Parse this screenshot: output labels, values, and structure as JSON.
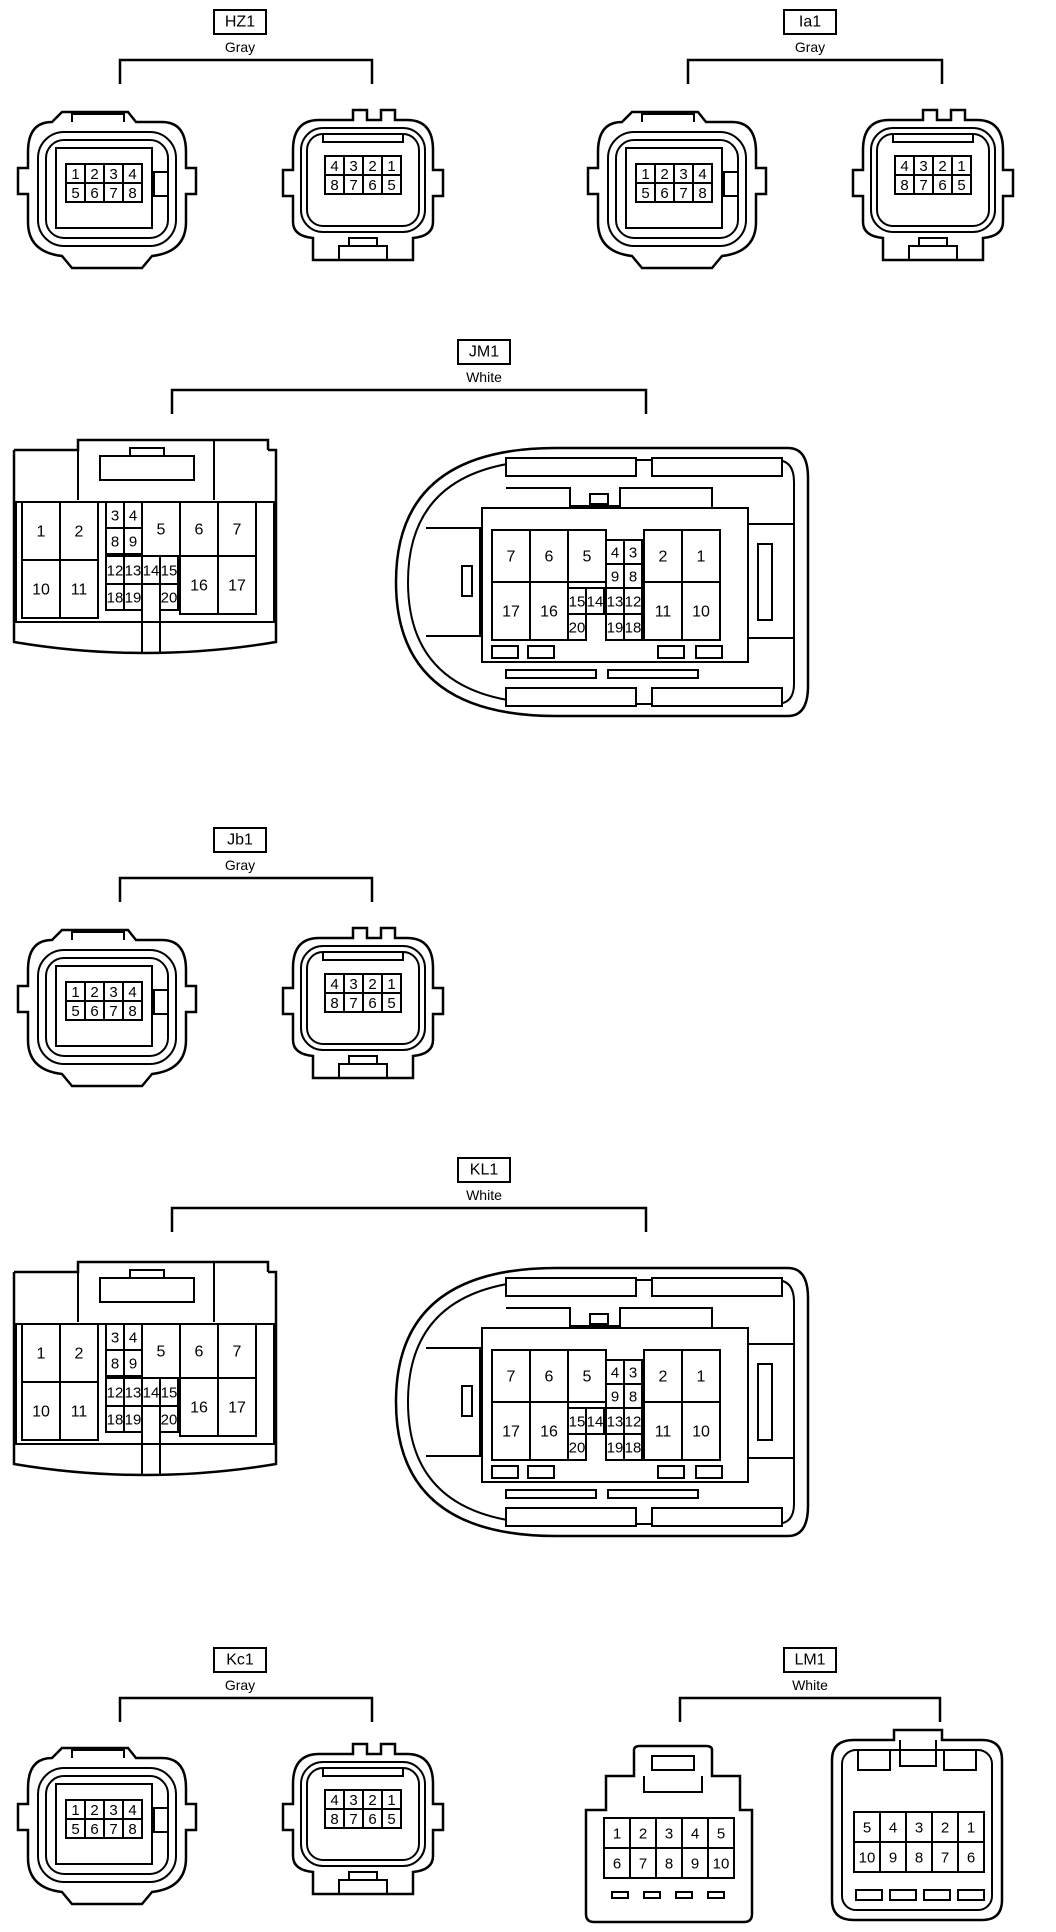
{
  "groups": {
    "hz1": {
      "label": "HZ1",
      "color": "Gray"
    },
    "ia1": {
      "label": "Ia1",
      "color": "Gray"
    },
    "jm1": {
      "label": "JM1",
      "color": "White"
    },
    "jb1": {
      "label": "Jb1",
      "color": "Gray"
    },
    "kl1": {
      "label": "KL1",
      "color": "White"
    },
    "kc1": {
      "label": "Kc1",
      "color": "Gray"
    },
    "lm1": {
      "label": "LM1",
      "color": "White"
    }
  },
  "pins": {
    "small_female": [
      [
        "1",
        "2",
        "3",
        "4"
      ],
      [
        "5",
        "6",
        "7",
        "8"
      ]
    ],
    "small_male": [
      [
        "4",
        "3",
        "2",
        "1"
      ],
      [
        "8",
        "7",
        "6",
        "5"
      ]
    ],
    "large_female": {
      "outer": [
        [
          "1",
          "2"
        ],
        [
          "10",
          "11"
        ]
      ],
      "right": [
        [
          "5",
          "6",
          "7"
        ],
        [
          "",
          "16",
          "17"
        ]
      ],
      "center_top": [
        [
          "3",
          "4"
        ],
        [
          "8",
          "9"
        ]
      ],
      "center_mid": [
        "12",
        "13",
        "14",
        "15"
      ],
      "center_bot": [
        "18",
        "19",
        "20"
      ]
    },
    "large_male": {
      "left": [
        [
          "7",
          "6",
          "5"
        ],
        [
          "17",
          "16",
          "15"
        ]
      ],
      "center_top": [
        [
          "4",
          "3"
        ],
        [
          "9",
          "8"
        ]
      ],
      "center_mid": [
        "14",
        "13",
        "12"
      ],
      "center_bot": [
        "20",
        "19",
        "18"
      ],
      "right": [
        [
          "2",
          "1"
        ],
        [
          "11",
          "10"
        ]
      ]
    },
    "ten_female": [
      [
        "1",
        "2",
        "3",
        "4",
        "5"
      ],
      [
        "6",
        "7",
        "8",
        "9",
        "10"
      ]
    ],
    "ten_male": [
      [
        "5",
        "4",
        "3",
        "2",
        "1"
      ],
      [
        "10",
        "9",
        "8",
        "7",
        "6"
      ]
    ]
  }
}
